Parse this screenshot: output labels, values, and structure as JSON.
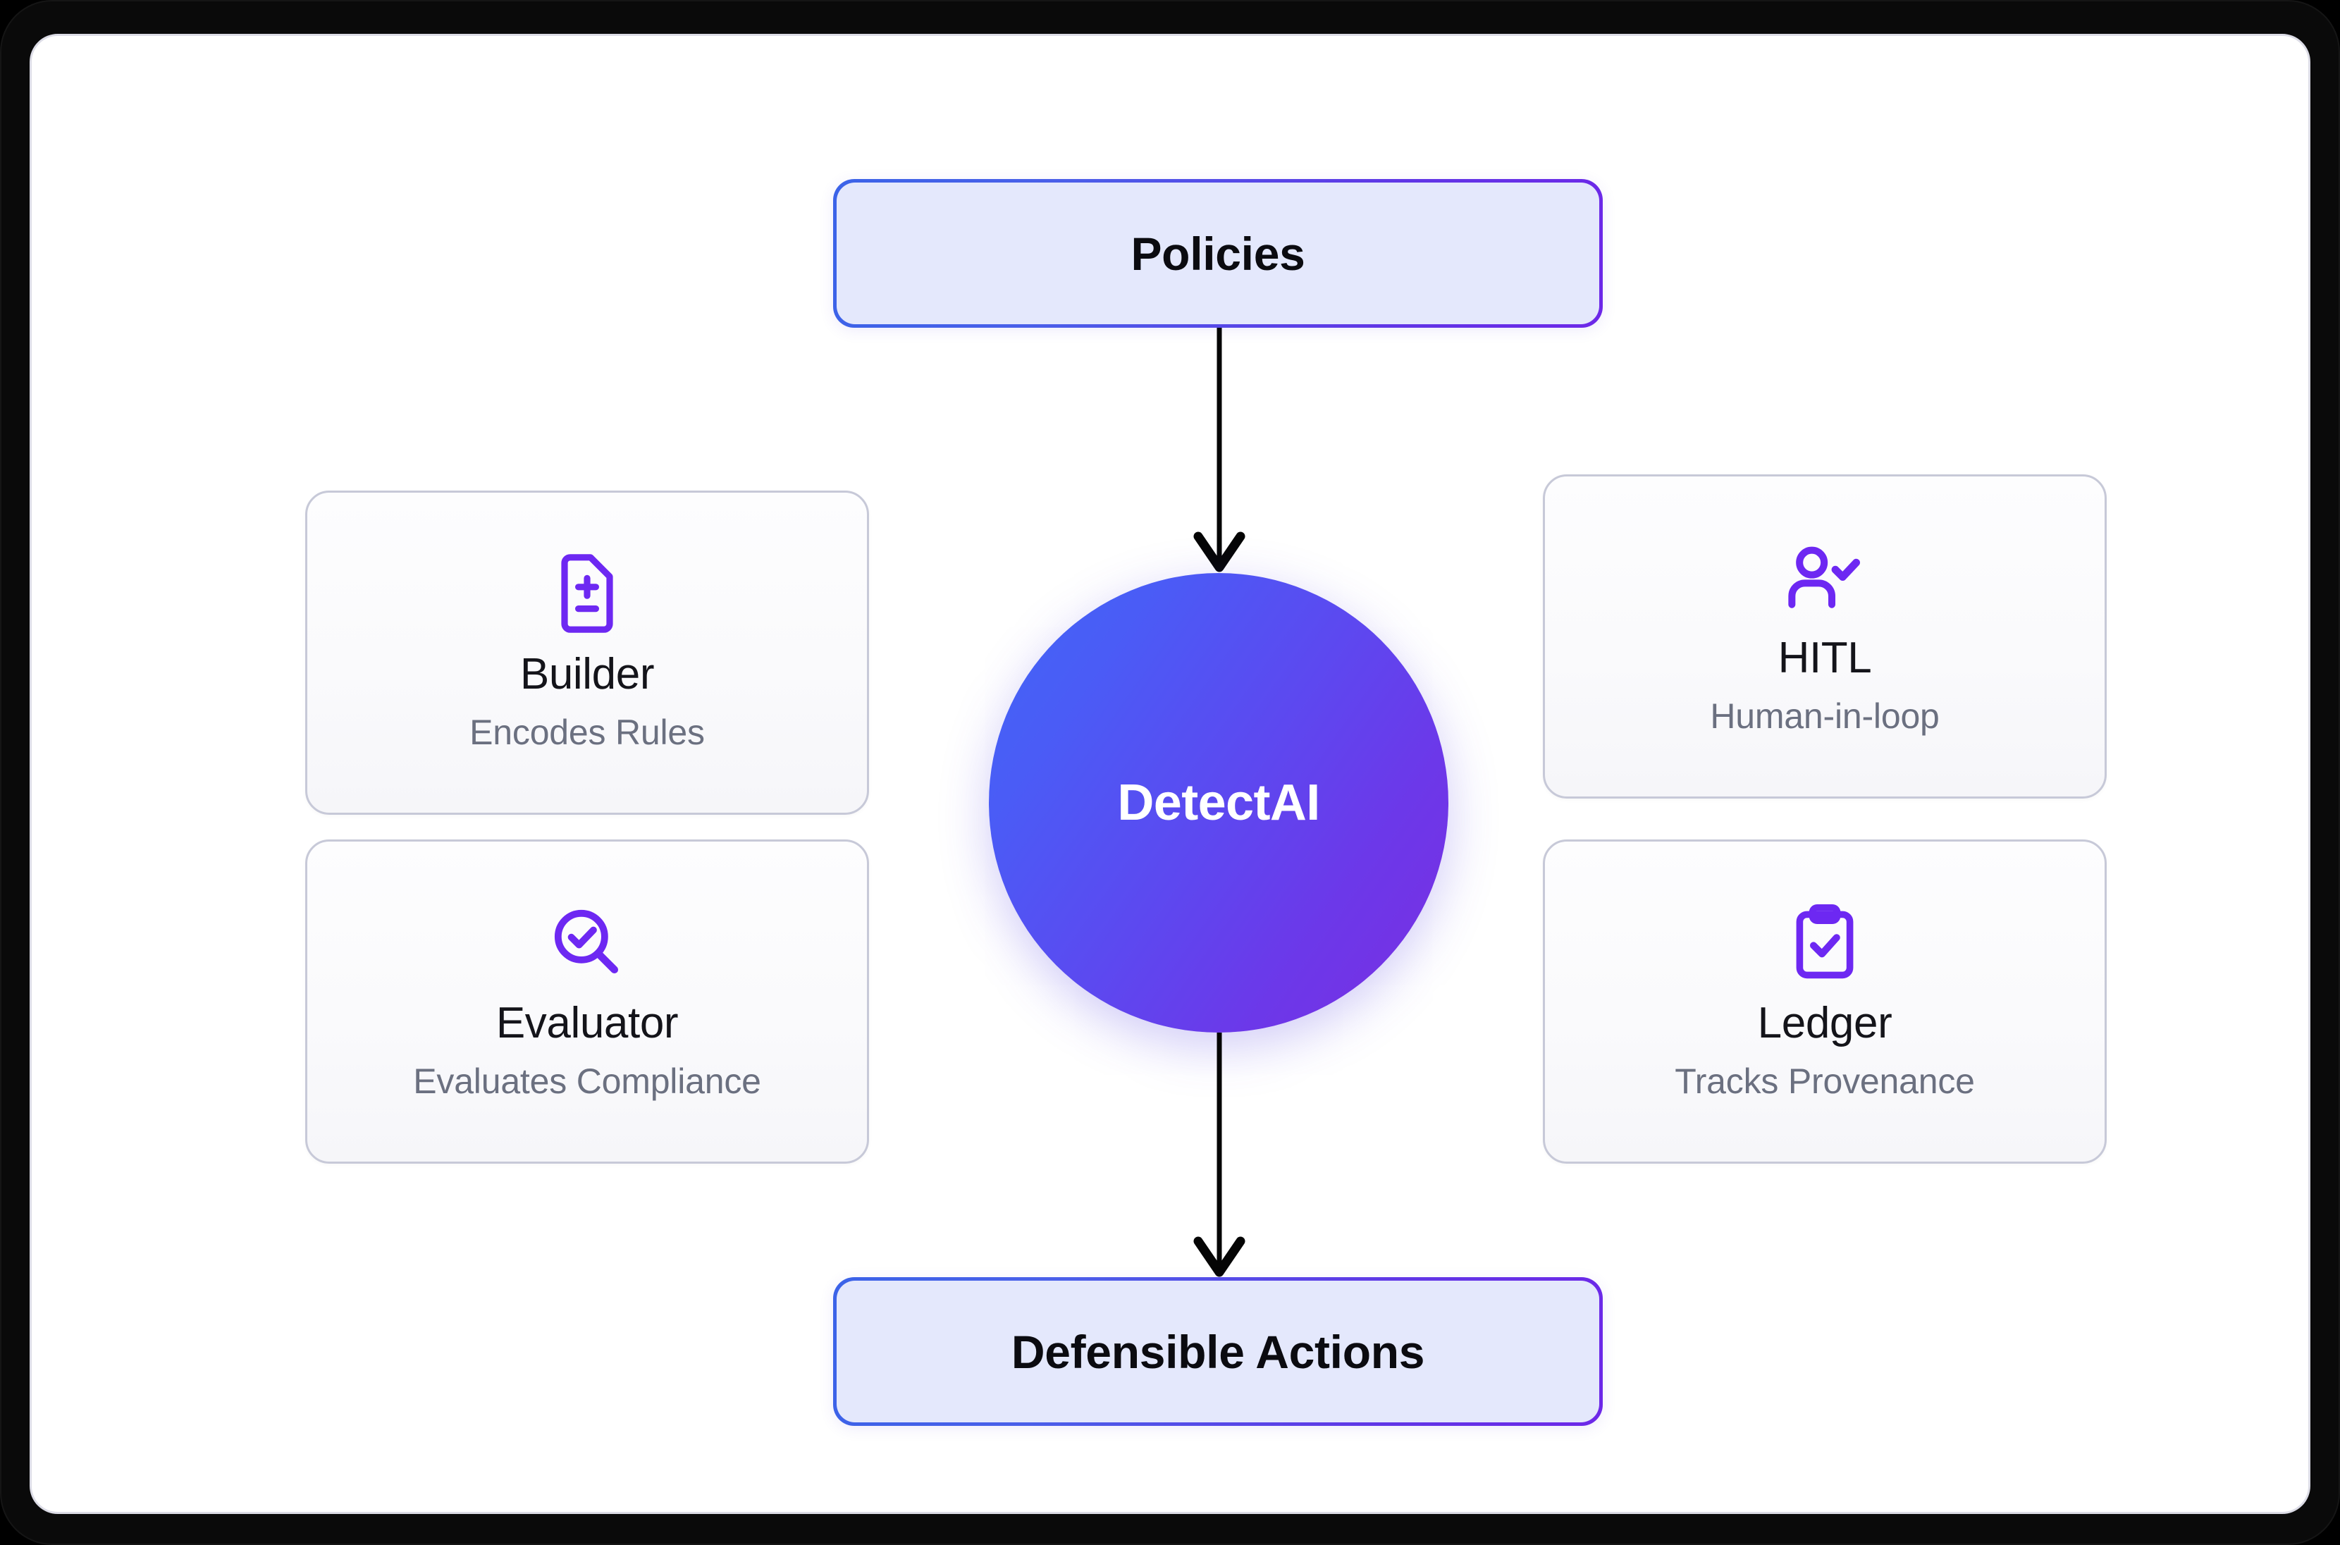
{
  "diagram": {
    "title_node": {
      "label": "Policies"
    },
    "hub": {
      "label": "DetectAI"
    },
    "output_node": {
      "label": "Defensible Actions"
    },
    "cards": [
      {
        "icon": "file-diff-icon",
        "title": "Builder",
        "subtitle": "Encodes Rules"
      },
      {
        "icon": "search-check-icon",
        "title": "Evaluator",
        "subtitle": "Evaluates Compliance"
      },
      {
        "icon": "user-check-icon",
        "title": "HITL",
        "subtitle": "Human-in-loop"
      },
      {
        "icon": "clipboard-check-icon",
        "title": "Ledger",
        "subtitle": "Tracks Provenance"
      }
    ],
    "connectors": [
      {
        "name": "policies-to-hub",
        "direction": "down"
      },
      {
        "name": "hub-to-actions",
        "direction": "down"
      }
    ]
  },
  "colors": {
    "gradient_start": "#3b63e8",
    "gradient_end": "#7a2ee2",
    "pill_fill": "#e4e8fc",
    "icon_accent": "#6d28f2",
    "card_border": "#c7c9d8",
    "title_text": "#14141a",
    "subtitle_text": "#6b7080",
    "connector": "#050505",
    "hub_text": "#ffffff",
    "page_background": "#ffffff",
    "bezel": "#0a0a0a"
  }
}
